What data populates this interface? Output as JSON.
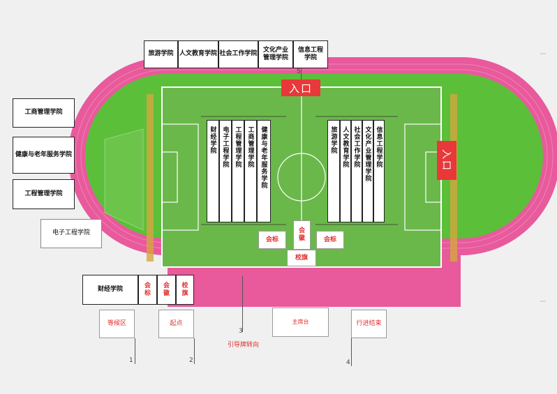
{
  "top_colleges": [
    "旅游学院",
    "人文教育学院",
    "社会工作学院",
    "文化产业管理学院",
    "信息工程学院"
  ],
  "entrance_top": "入口",
  "entrance_right": "入口",
  "left_colleges": [
    "工商管理学院",
    "健康与老年服务学院",
    "工程管理学院",
    "电子工程学院"
  ],
  "field_left_columns": [
    "财经学院",
    "电子工程学院",
    "工程管理学院",
    "工商管理学院",
    "健康与老年服务学院"
  ],
  "field_right_columns": [
    "旅游学院",
    "人文教育学院",
    "社会工作学院",
    "文化产业管理学院",
    "信息工程学院"
  ],
  "center_items": {
    "logo_left": "会标",
    "emblem": "会徽",
    "logo_right": "会标",
    "school_flag": "校旗"
  },
  "bottom_group": {
    "college": "财经学院",
    "items": [
      "会标",
      "会徽",
      "校旗"
    ]
  },
  "stations": {
    "waiting_area": "等候区",
    "start_point": "起点",
    "main_stand": "主席台",
    "march_end": "行进结束"
  },
  "guide_turn": "引导牌转向",
  "numbers": [
    "1",
    "2",
    "3",
    "4",
    "5"
  ]
}
